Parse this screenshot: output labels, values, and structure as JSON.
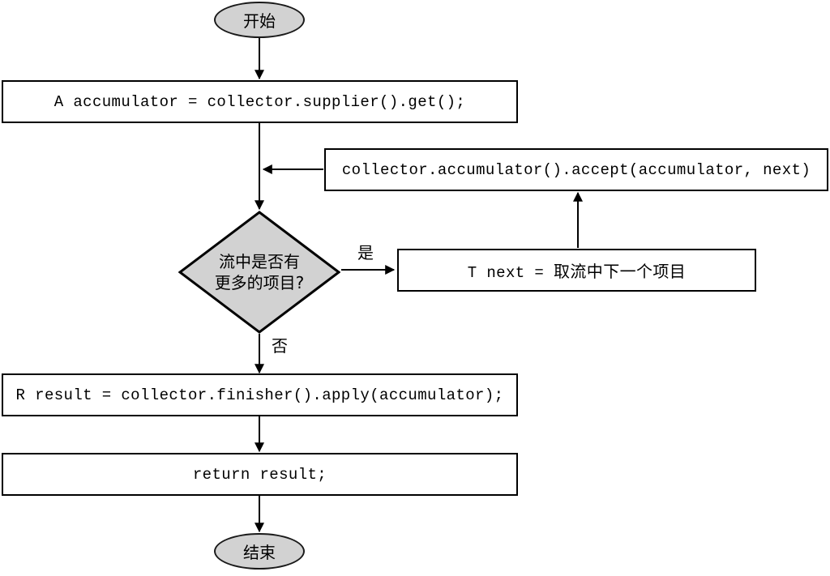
{
  "diagram": {
    "title": "Collector stream reduction flowchart",
    "style": {
      "fill_terminal": "#d2d2d2",
      "fill_decision": "#d2d2d2",
      "fill_process": "#ffffff",
      "stroke": "#000000",
      "background": "#ffffff"
    },
    "nodes": {
      "start": {
        "label": "开始",
        "shape": "ellipse"
      },
      "supplier": {
        "label": "A accumulator = collector.supplier().get();",
        "shape": "process"
      },
      "accumulate": {
        "label": "collector.accumulator().accept(accumulator, next)",
        "shape": "process"
      },
      "decision": {
        "label_line1": "流中是否有",
        "label_line2": "更多的项目?",
        "shape": "diamond"
      },
      "next_item": {
        "label_code": "T next",
        "label_eq": " = ",
        "label_cjk": "取流中下一个项目",
        "shape": "process"
      },
      "finisher": {
        "label": "R result = collector.finisher().apply(accumulator);",
        "shape": "process"
      },
      "return": {
        "label": "return result;",
        "shape": "process"
      },
      "end": {
        "label": "结束",
        "shape": "ellipse"
      }
    },
    "edge_labels": {
      "yes": "是",
      "no": "否"
    }
  }
}
